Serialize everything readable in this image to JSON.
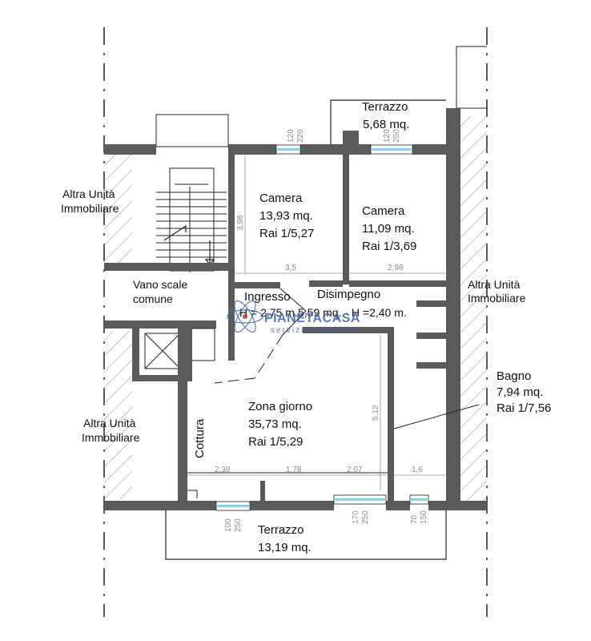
{
  "rooms": {
    "terrazzo_top": {
      "name": "Terrazzo",
      "area": "5,68 mq."
    },
    "camera1": {
      "name": "Camera",
      "area": "13,93 mq.",
      "rai": "Rai 1/5,27"
    },
    "camera2": {
      "name": "Camera",
      "area": "11,09 mq.",
      "rai": "Rai 1/3,69"
    },
    "vano_scale": {
      "line1": "Vano scale",
      "line2": "comune"
    },
    "ingresso": {
      "name": "Ingresso",
      "height": "H = 2,75 m."
    },
    "disimpegno": {
      "name": "Disimpegno",
      "detail": "5,59 mq. - H =2,40 m."
    },
    "zona_giorno": {
      "name": "Zona giorno",
      "area": "35,73 mq.",
      "rai": "Rai 1/5,29"
    },
    "cottura": {
      "name": "Cottura"
    },
    "bagno": {
      "name": "Bagno",
      "area": "7,94 mq.",
      "rai": "Rai 1/7,56"
    },
    "terrazzo_bottom": {
      "name": "Terrazzo",
      "area": "13,19 mq."
    }
  },
  "neighbors": {
    "left_top": {
      "line1": "Altra Unità",
      "line2": "Immobiliare"
    },
    "left_bottom": {
      "line1": "Altra Unità",
      "line2": "Immobiliare"
    },
    "right": {
      "line1": "Altra Unità",
      "line2": "Immobiliare"
    }
  },
  "dimensions": {
    "camera1_width": "3,5",
    "camera1_height": "3,98",
    "camera2_width": "2,98",
    "zona_height": "5,12",
    "bottom_a": "2,38",
    "bottom_b": "1,78",
    "bottom_c": "2,07",
    "bottom_d": "1,6"
  },
  "windows": {
    "w1_a": "120",
    "w1_b": "220",
    "w2_a": "120",
    "w2_b": "250",
    "w3_a": "100",
    "w3_b": "250",
    "w4_a": "170",
    "w4_b": "250",
    "w5_a": "70",
    "w5_b": "150"
  },
  "watermark": {
    "brand": "PIANETACASA",
    "tagline": "servizi immobiliari"
  },
  "colors": {
    "wall": "#5a5a5a",
    "glass": "#7fd6e6",
    "hatch": "#8a8a8a",
    "dim": "#8c8c8c",
    "watermark": "#3a63b0"
  }
}
